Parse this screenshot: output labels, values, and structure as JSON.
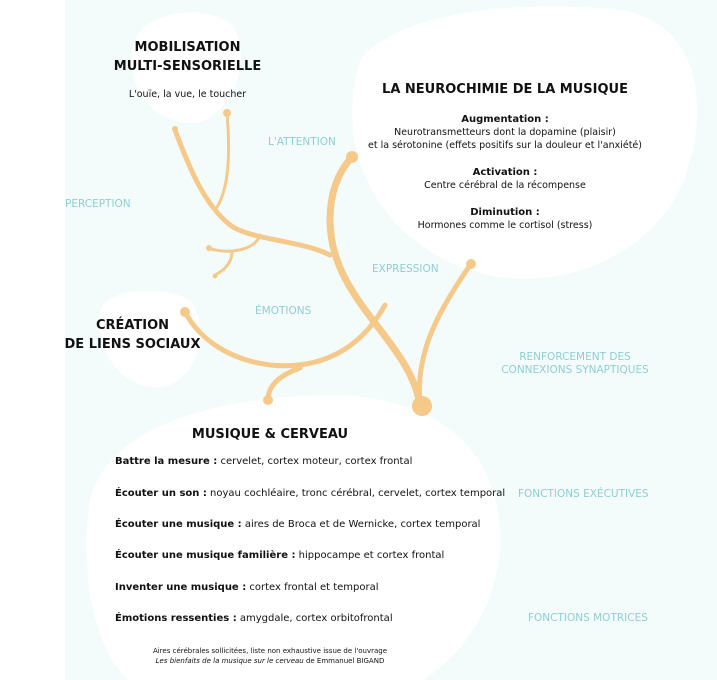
{
  "mobilisation": {
    "title_line1": "MOBILISATION",
    "title_line2": "MULTI-SENSORIELLE",
    "subtitle": "L'ouïe, la vue, le toucher"
  },
  "neurochimie": {
    "title": "LA NEUROCHIMIE DE LA MUSIQUE",
    "sections": [
      {
        "heading": "Augmentation :",
        "lines": [
          "Neurotransmetteurs dont la dopamine (plaisir)",
          "et la sérotonine (effets positifs sur la douleur et l'anxiété)"
        ]
      },
      {
        "heading": "Activation :",
        "lines": [
          "Centre cérébral de la récompense"
        ]
      },
      {
        "heading": "Diminution :",
        "lines": [
          "Hormones comme le cortisol (stress)"
        ]
      }
    ]
  },
  "liens": {
    "title_line1": "CRÉATION",
    "title_line2": "DE LIENS SOCIAUX"
  },
  "labels": {
    "attention": "L'ATTENTION",
    "perception": "PERCEPTION",
    "expression": "EXPRESSION",
    "emotions": "ÉMOTIONS",
    "renforcement_1": "RENFORCEMENT DES",
    "renforcement_2": "CONNEXIONS SYNAPTIQUES",
    "executives": "FONCTIONS EXÉCUTIVES",
    "motrices": "FONCTIONS MOTRICES"
  },
  "cerveau": {
    "title": "MUSIQUE & CERVEAU",
    "rows": [
      {
        "label": "Battre la mesure :",
        "value": " cervelet, cortex moteur, cortex frontal"
      },
      {
        "label": "Écouter un son :",
        "value": " noyau cochléaire, tronc cérébral, cervelet, cortex temporal"
      },
      {
        "label": "Écouter une musique :",
        "value": " aires de Broca et de Wernicke, cortex temporal"
      },
      {
        "label": "Écouter une musique familière :",
        "value": " hippocampe et cortex frontal"
      },
      {
        "label": "Inventer une musique :",
        "value": " cortex frontal et temporal"
      },
      {
        "label": "Émotions ressenties :",
        "value": " amygdale, cortex orbitofrontal"
      }
    ],
    "note_line1": "Aires cérébrales sollicitées, liste non exhaustive issue de l'ouvrage",
    "note_italic": "Les bienfaits de la musique sur le cerveau",
    "note_rest": " de Emmanuel BIGAND"
  },
  "colors": {
    "branch": "#f5c98a",
    "label": "#8fcdd4",
    "background": "#f4fcfb"
  }
}
